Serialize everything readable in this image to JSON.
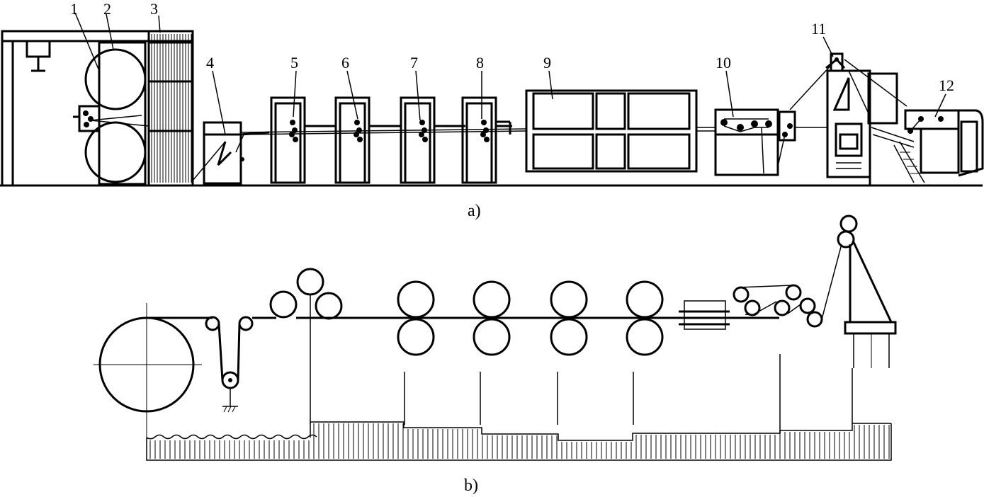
{
  "diagram_a": {
    "caption": "a)",
    "labels": [
      "1",
      "2",
      "3",
      "4",
      "5",
      "6",
      "7",
      "8",
      "9",
      "10",
      "11",
      "12"
    ]
  },
  "diagram_b": {
    "caption": "b)"
  }
}
